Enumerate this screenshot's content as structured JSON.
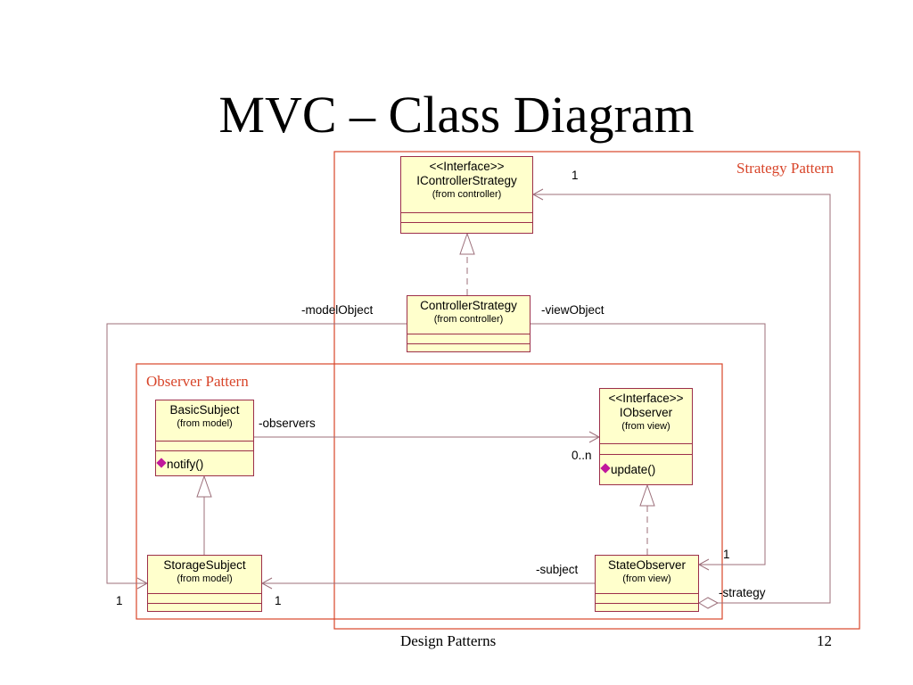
{
  "slide": {
    "title": "MVC – Class Diagram",
    "footer_left": "Design Patterns",
    "page_number": "12"
  },
  "regions": {
    "strategy": "Strategy Pattern",
    "observer": "Observer Pattern"
  },
  "classes": {
    "icontroller": {
      "stereotype": "<<Interface>>",
      "name": "IControllerStrategy",
      "from": "(from controller)"
    },
    "controller": {
      "name": "ControllerStrategy",
      "from": "(from controller)"
    },
    "basicsubject": {
      "name": "BasicSubject",
      "from": "(from model)",
      "operation": "notify()"
    },
    "iobserver": {
      "stereotype": "<<Interface>>",
      "name": "IObserver",
      "from": "(from view)",
      "operation": "update()"
    },
    "storagesubject": {
      "name": "StorageSubject",
      "from": "(from model)"
    },
    "stateobserver": {
      "name": "StateObserver",
      "from": "(from view)"
    }
  },
  "associations": {
    "model_object": "-modelObject",
    "view_object": "-viewObject",
    "observers": "-observers",
    "observers_mult": "0..n",
    "subject": "-subject",
    "strategy": "-strategy",
    "mult_icontroller": "1",
    "mult_stateobserver": "1",
    "mult_storage_left": "1",
    "mult_storage_right": "1"
  },
  "colors": {
    "class_fill": "#ffffcc",
    "class_border": "#9c2f4a",
    "region_border": "#d8452a",
    "connector": "#9c6f7a",
    "operation_bullet": "#c0189c"
  }
}
